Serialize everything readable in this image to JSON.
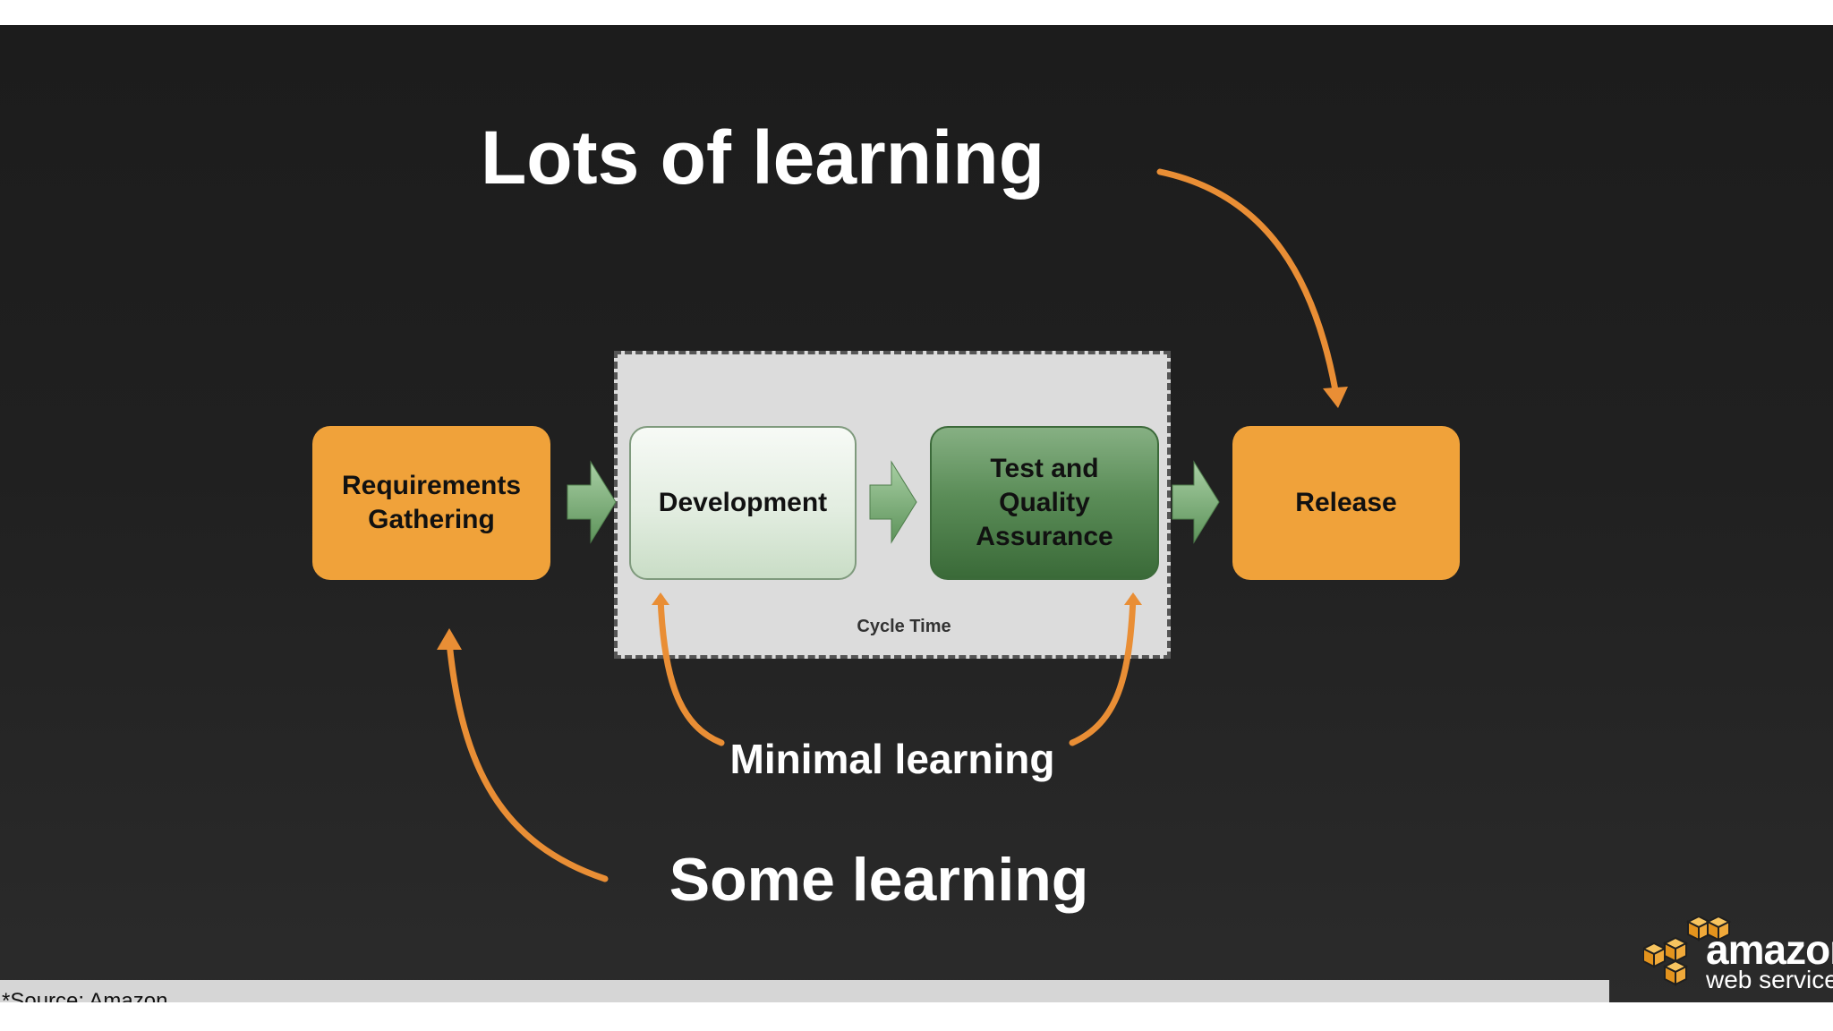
{
  "slide": {
    "partial_heading": "",
    "title_top": "Lots of learning",
    "title_middle": "Minimal learning",
    "title_bottom": "Some learning",
    "cycle_label": "Cycle Time"
  },
  "stages": [
    {
      "label": "Requirements Gathering"
    },
    {
      "label": "Development"
    },
    {
      "label": "Test and Quality Assurance"
    },
    {
      "label": "Release"
    }
  ],
  "footer": {
    "source": "*Source: Amazon"
  },
  "logo": {
    "wordmark": "amazon",
    "subline": "web services"
  },
  "colors": {
    "accent_orange": "#f0a23a",
    "arrow_orange": "#e98e35",
    "green_arrow": "#7fb07c",
    "dark_background": "#1f1f1f"
  },
  "icons": [
    "flow-arrow-icon",
    "curved-arrow-icon",
    "aws-cubes-logo-icon"
  ]
}
